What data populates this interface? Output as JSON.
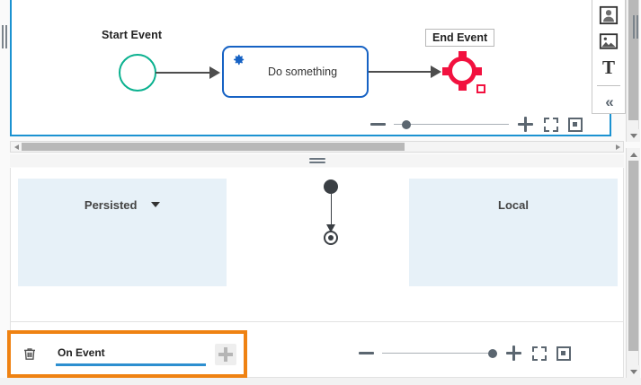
{
  "editor": {
    "top_canvas": {
      "nodes": [
        {
          "id": "start",
          "type": "start-event",
          "label": "Start Event",
          "color": "#0ab18f"
        },
        {
          "id": "task",
          "type": "service-task",
          "label": "Do something",
          "color": "#1662c4",
          "icon": "gear-icon"
        },
        {
          "id": "end",
          "type": "end-event",
          "label": "End Event",
          "color": "#f2113f",
          "selected": true
        }
      ],
      "connections": [
        {
          "from": "start",
          "to": "task"
        },
        {
          "from": "task",
          "to": "end"
        }
      ]
    },
    "bottom_canvas": {
      "pools": [
        {
          "id": "persisted",
          "label": "Persisted",
          "has_dropdown": true,
          "color": "#e7f1f8"
        },
        {
          "id": "local",
          "label": "Local",
          "has_dropdown": false,
          "color": "#e7f1f8"
        }
      ],
      "flow": {
        "start_node": "filled-circle",
        "end_node": "target-circle",
        "direction": "down"
      }
    }
  },
  "tool_palette": {
    "buttons": [
      {
        "name": "person-icon",
        "tooltip": "Person"
      },
      {
        "name": "image-icon",
        "tooltip": "Image"
      },
      {
        "name": "text-icon",
        "label": "T"
      },
      {
        "name": "collapse-icon",
        "label": "«"
      }
    ]
  },
  "zoom_toolbar_top": {
    "minus_label": "−",
    "plus_label": "+",
    "fit_label": "fit-to-screen",
    "actual_label": "actual-size",
    "slider_value": 8
  },
  "zoom_toolbar_bottom": {
    "minus_label": "−",
    "plus_label": "+",
    "fit_label": "fit-to-screen",
    "actual_label": "actual-size",
    "slider_value": 100
  },
  "property_bar": {
    "highlight_color": "#ef8212",
    "delete_icon": "trash-icon",
    "event_name_value": "On Event",
    "event_name_placeholder": "On Event",
    "add_button_label": "+",
    "underline_color": "#2d8fd0"
  },
  "scrollbars": {
    "horizontal": {
      "thumb_ratio": 0.64,
      "left_arrow": "◀",
      "right_arrow": "▶"
    },
    "vertical_top": {
      "thumb_ratio": 0.93
    },
    "vertical_bottom": {
      "thumb_ratio": 0.93
    }
  },
  "colors": {
    "panel_border_active": "#1b92d1",
    "pool_fill": "#e7f1f8",
    "accent_orange": "#ef8212",
    "task_blue": "#1662c4",
    "start_teal": "#0ab18f",
    "end_red": "#f2113f"
  }
}
